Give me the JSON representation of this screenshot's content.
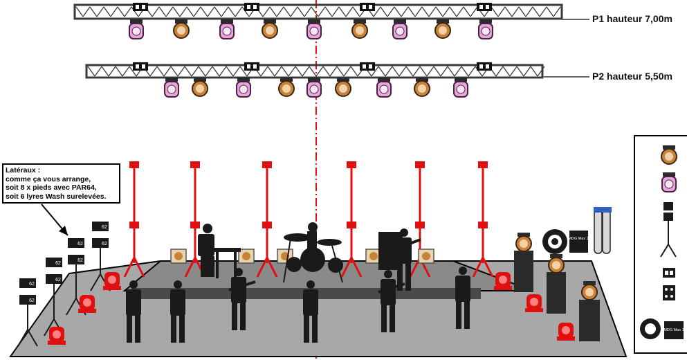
{
  "truss_labels": {
    "p1": "P1 hauteur 7,00m",
    "p2": "P2 hauteur 5,50m"
  },
  "callout": {
    "line1": "Latéraux :",
    "line2": "comme ça vous arrange,",
    "line3": "soit 8 x pieds avec PAR64,",
    "line4": "soit 6 lyres Wash surelevées."
  },
  "par_can_label": "62",
  "dmx_label": "MDG Max 1",
  "colors": {
    "truss": "#3a3a3a",
    "wash_fixture": "#c8823a",
    "spot_fixture": "#e7a6dc",
    "floor_fixture": "#e01010",
    "stand": "#e01010",
    "centerline": "#e01010",
    "stage_floor": "#a8a8a8",
    "stage_riser": "#8c8c8c",
    "silhouette": "#1a1a1a"
  },
  "legend_icons": [
    "wash-moving-head-icon",
    "spot-moving-head-icon",
    "par64-stand-icon",
    "double-outlet-icon",
    "quad-outlet-icon",
    "fog-machine-icon"
  ]
}
